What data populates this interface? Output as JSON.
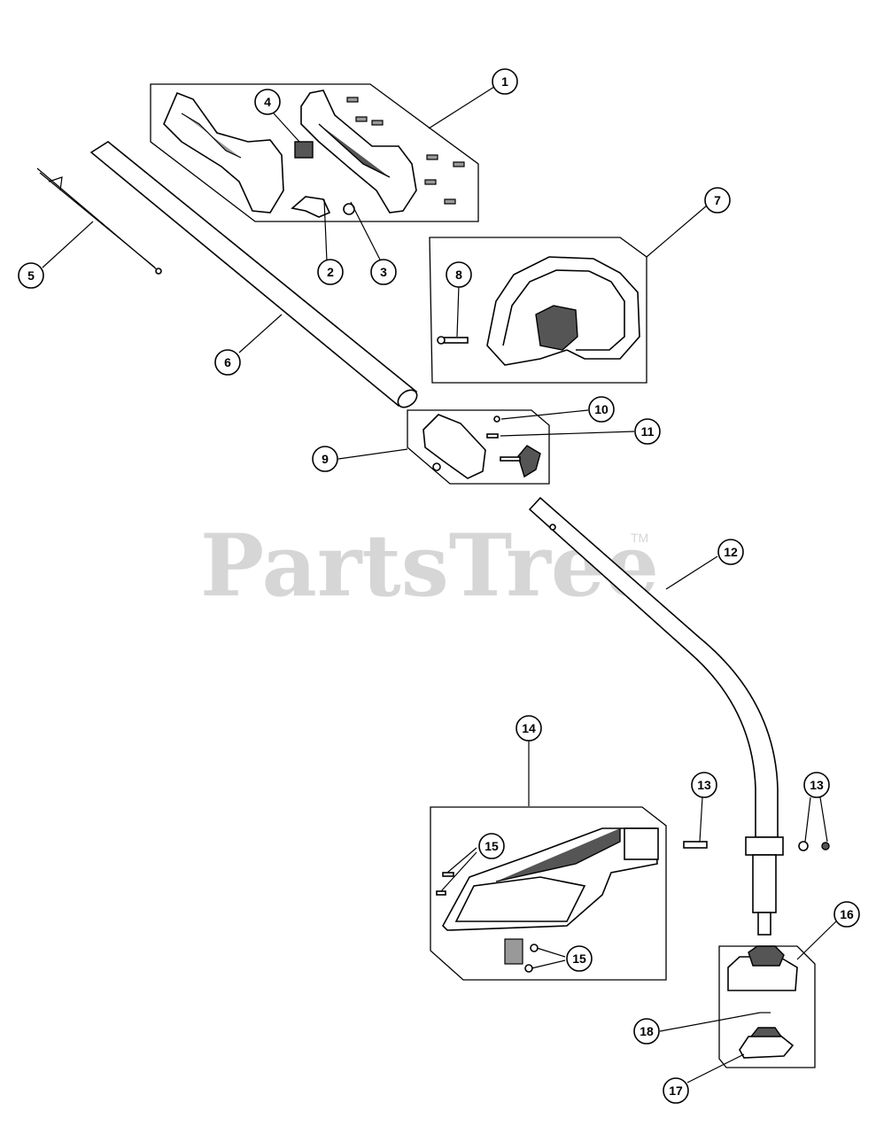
{
  "watermark": {
    "text": "PartsTree",
    "tm": "TM"
  },
  "callouts": {
    "c1": "1",
    "c2": "2",
    "c3": "3",
    "c4": "4",
    "c5": "5",
    "c6": "6",
    "c7": "7",
    "c8": "8",
    "c9": "9",
    "c10": "10",
    "c11": "11",
    "c12": "12",
    "c13a": "13",
    "c13b": "13",
    "c14": "14",
    "c15a": "15",
    "c15b": "15",
    "c16": "16",
    "c17": "17",
    "c18": "18"
  }
}
